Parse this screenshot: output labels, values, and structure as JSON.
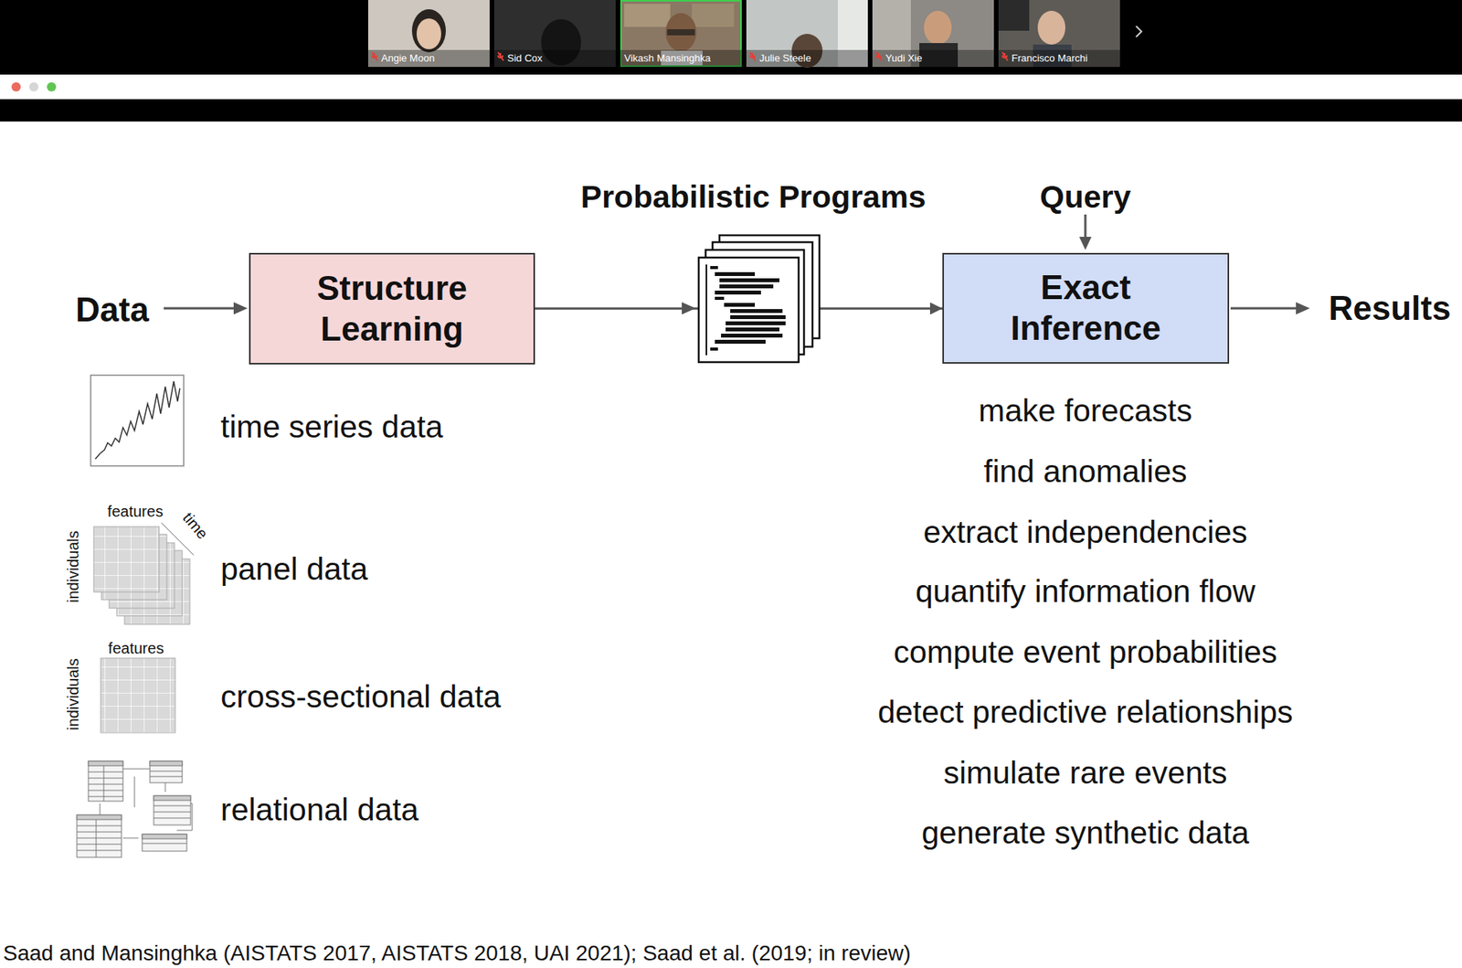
{
  "diagram": {
    "nodes": [
      {
        "text": [
          "Structure Learning"
        ]
      },
      {
        "text": [
          "Exact Inference"
        ]
      }
    ],
    "edges": [
      {
        "from": 0,
        "to": 1,
        "arrow": "to"
      }
    ],
    "labels": [
      "Angie Moon",
      "Sid Cox",
      "Vikash Mansinghka",
      "Julie Steele",
      "Yudi Xie",
      "Francisco Marchi",
      "Probabilistic Programs",
      "Query",
      "Data",
      "Results",
      "time series data",
      "features",
      "time",
      "individuals",
      "panel data",
      "features",
      "individuals",
      "cross-sectional data",
      "relational data",
      "make forecasts",
      "find anomalies",
      "extract independencies",
      "quantify information flow",
      "compute event probabilities",
      "detect predictive relationships",
      "simulate rare events",
      "generate synthetic data",
      "Saad and Mansinghka (AISTATS 2017, AISTATS 2018, UAI 2021); Saad et al. (2019; in review)"
    ]
  }
}
